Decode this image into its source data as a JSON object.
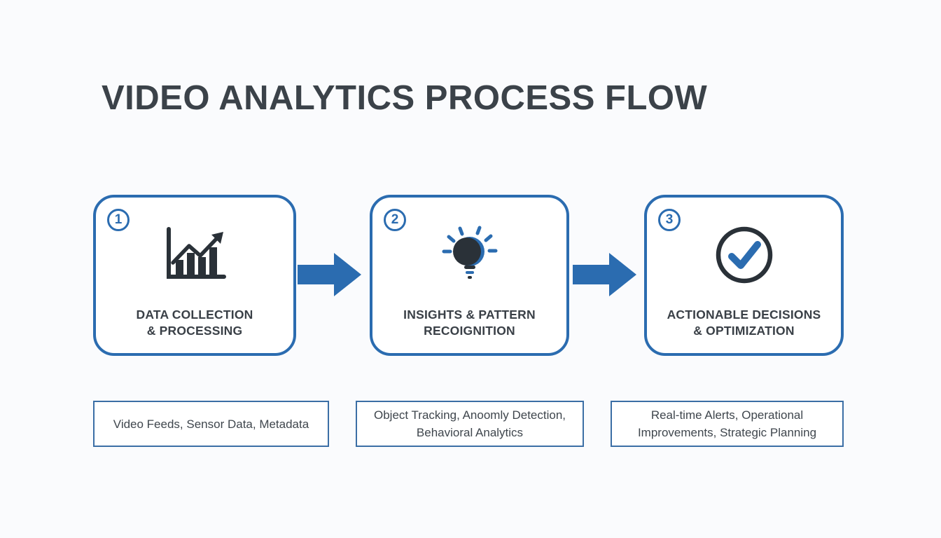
{
  "title": "VIDEO ANALYTICS PROCESS FLOW",
  "colors": {
    "accent_blue": "#2b6cb0",
    "icon_dark": "#2a3138",
    "text_dark": "#3a4047",
    "background": "#fafbfd"
  },
  "steps": [
    {
      "number": "1",
      "icon": "bar-chart-growth-icon",
      "label_line1": "DATA COLLECTION",
      "label_line2": "& PROCESSING",
      "detail": "Video Feeds, Sensor Data, Metadata"
    },
    {
      "number": "2",
      "icon": "lightbulb-icon",
      "label_line1": "INSIGHTS & PATTERN",
      "label_line2": "RECOIGNITION",
      "detail": "Object Tracking, Anoomly Detection, Behavioral Analytics"
    },
    {
      "number": "3",
      "icon": "check-circle-icon",
      "label_line1": "ACTIONABLE DECISIONS",
      "label_line2": "& OPTIMIZATION",
      "detail": "Real-time Alerts, Operational Improvements, Strategic Planning"
    }
  ]
}
